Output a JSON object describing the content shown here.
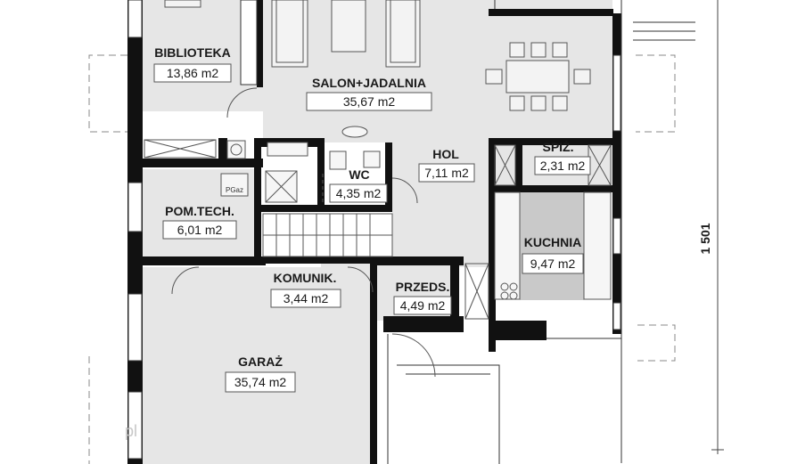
{
  "colors": {
    "wall": "#111111",
    "floor": "#e6e6e6",
    "kitchen_floor": "#c9c9c9",
    "fixture_stroke": "#555555",
    "background": "#ffffff"
  },
  "rooms": {
    "biblioteka": {
      "name": "BIBLIOTEKA",
      "area": "13,86 m2"
    },
    "salon": {
      "name": "SALON+JADALNIA",
      "area": "35,67 m2"
    },
    "wc": {
      "name": "WC",
      "area": "4,35 m2"
    },
    "hol": {
      "name": "HOL",
      "area": "7,11 m2"
    },
    "spiz": {
      "name": "SPIŻ.",
      "area": "2,31 m2"
    },
    "pom_tech": {
      "name": "POM.TECH.",
      "area": "6,01 m2"
    },
    "kuchnia": {
      "name": "KUCHNIA",
      "area": "9,47 m2"
    },
    "komunik": {
      "name": "KOMUNIK.",
      "area": "3,44 m2"
    },
    "przeds": {
      "name": "PRZEDS.",
      "area": "4,49 m2"
    },
    "garaz": {
      "name": "GARAŻ",
      "area": "35,74 m2"
    }
  },
  "dimension": {
    "value": "1 501"
  },
  "fixtures": {
    "boiler_label": "PGaz"
  },
  "watermark": {
    "text": "pl"
  }
}
